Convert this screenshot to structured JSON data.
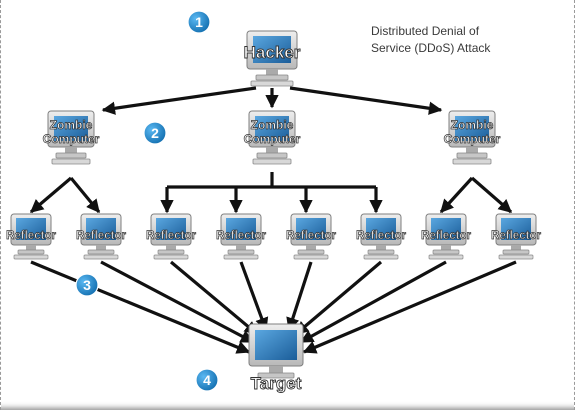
{
  "title": {
    "line1": "Distributed Denial of",
    "line2": "Service (DDoS) Attack"
  },
  "hacker": {
    "label": "Hacker"
  },
  "zombies": [
    {
      "line1": "Zombie",
      "line2": "Computer"
    },
    {
      "line1": "Zombie",
      "line2": "Computer"
    },
    {
      "line1": "Zombie",
      "line2": "Computer"
    }
  ],
  "reflectors": [
    {
      "label": "Reflector"
    },
    {
      "label": "Reflector"
    },
    {
      "label": "Reflector"
    },
    {
      "label": "Reflector"
    },
    {
      "label": "Reflector"
    },
    {
      "label": "Reflector"
    },
    {
      "label": "Reflector"
    },
    {
      "label": "Reflector"
    }
  ],
  "target": {
    "label": "Target"
  },
  "steps": [
    "1",
    "2",
    "3",
    "4"
  ],
  "colors": {
    "badge": "#1e8fd2",
    "monitor_frame": "#d4d4d4",
    "screen": "#2c78b8",
    "arrow": "#111111",
    "label_fill": "#ffffff",
    "label_stroke": "#333333"
  }
}
